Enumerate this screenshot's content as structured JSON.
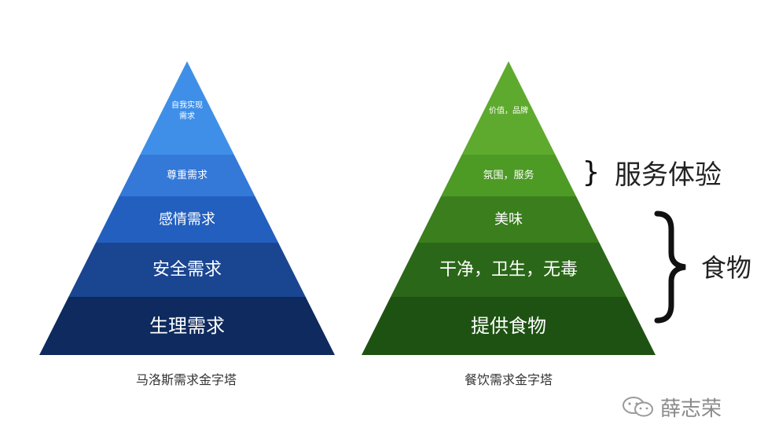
{
  "maslow": {
    "caption": "马洛斯需求金字塔",
    "tiers": [
      {
        "label": "自我实现",
        "label2": "需求",
        "color": "#3f8fe8"
      },
      {
        "label": "尊重需求",
        "color": "#3478d8"
      },
      {
        "label": "感情需求",
        "color": "#225fbf"
      },
      {
        "label": "安全需求",
        "color": "#1a4591"
      },
      {
        "label": "生理需求",
        "color": "#0e2a5e"
      }
    ]
  },
  "catering": {
    "caption": "餐饮需求金字塔",
    "tiers": [
      {
        "label": "价值，品牌",
        "color": "#5eaa2e"
      },
      {
        "label": "氛围，服务",
        "color": "#4d9a25"
      },
      {
        "label": "美味",
        "color": "#3a7e1d"
      },
      {
        "label": "干净，卫生，无毒",
        "color": "#2b6718"
      },
      {
        "label": "提供食物",
        "color": "#1e5212"
      }
    ],
    "brackets": [
      {
        "label": "服务体验"
      },
      {
        "label": "食物"
      }
    ]
  },
  "watermark": {
    "text": "薛志荣",
    "icon": "wechat-icon"
  }
}
